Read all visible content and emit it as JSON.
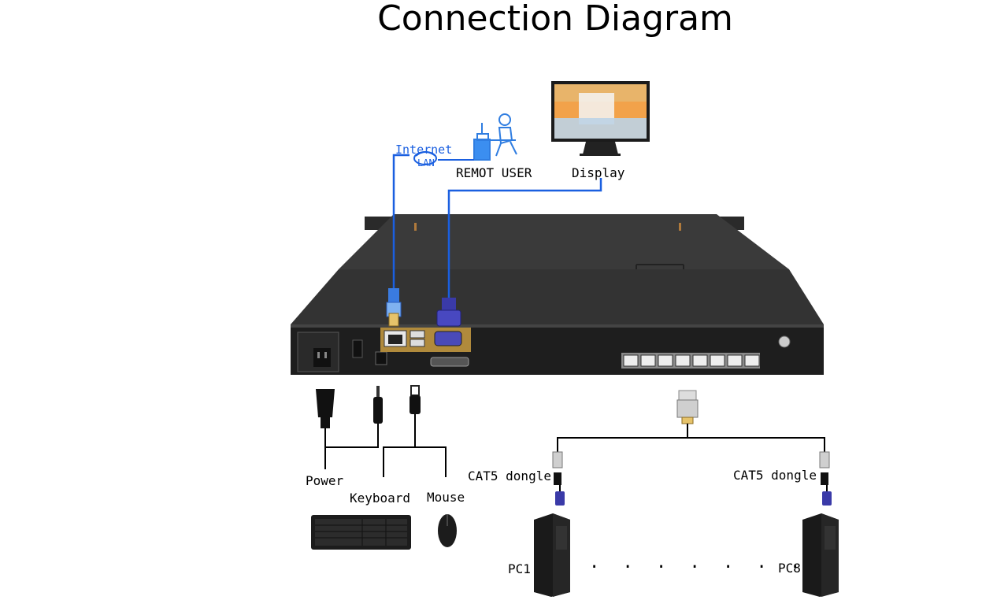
{
  "title": "Connection Diagram",
  "labels": {
    "internet": "Internet",
    "lan": "LAN",
    "remote_user": "REMOT USER",
    "display": "Display",
    "power": "Power",
    "keyboard": "Keyboard",
    "mouse": "Mouse",
    "cat5_left": "CAT5 dongle",
    "cat5_right": "CAT5 dongle",
    "pc1": "PC1",
    "pc8": "PC8",
    "dots": ". . . . . . ."
  },
  "colors": {
    "cable_blue": "#1a5fe0",
    "chassis": "#2b2b2b",
    "panel_gold": "#b08a3c",
    "vga_blue": "#3a3aa8"
  }
}
